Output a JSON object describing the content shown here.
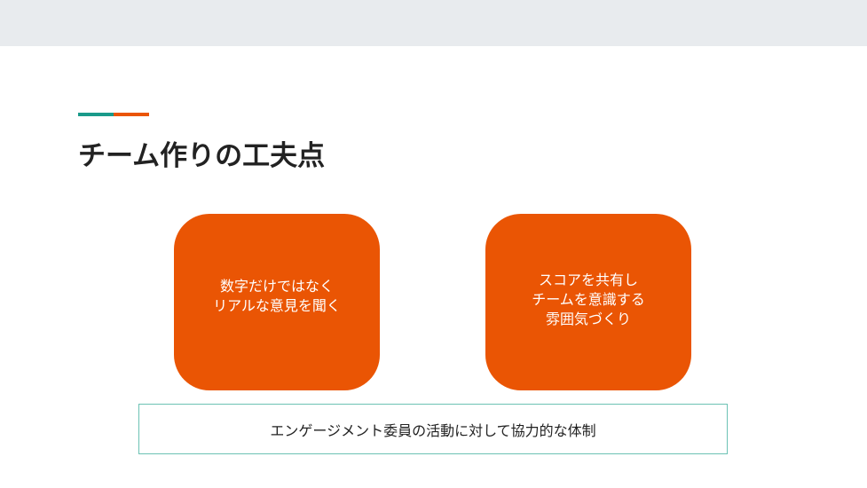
{
  "title": "チーム作りの工夫点",
  "colors": {
    "accent_teal": "#1a9a8a",
    "accent_orange": "#ea5504",
    "card": "#ea5504",
    "border": "#6cc2b4"
  },
  "cards": [
    {
      "lines": [
        "数字だけではなく",
        "リアルな意見を聞く"
      ]
    },
    {
      "lines": [
        "スコアを共有し",
        "チームを意識する",
        "雰囲気づくり"
      ]
    }
  ],
  "bottom_text": "エンゲージメント委員の活動に対して協力的な体制"
}
